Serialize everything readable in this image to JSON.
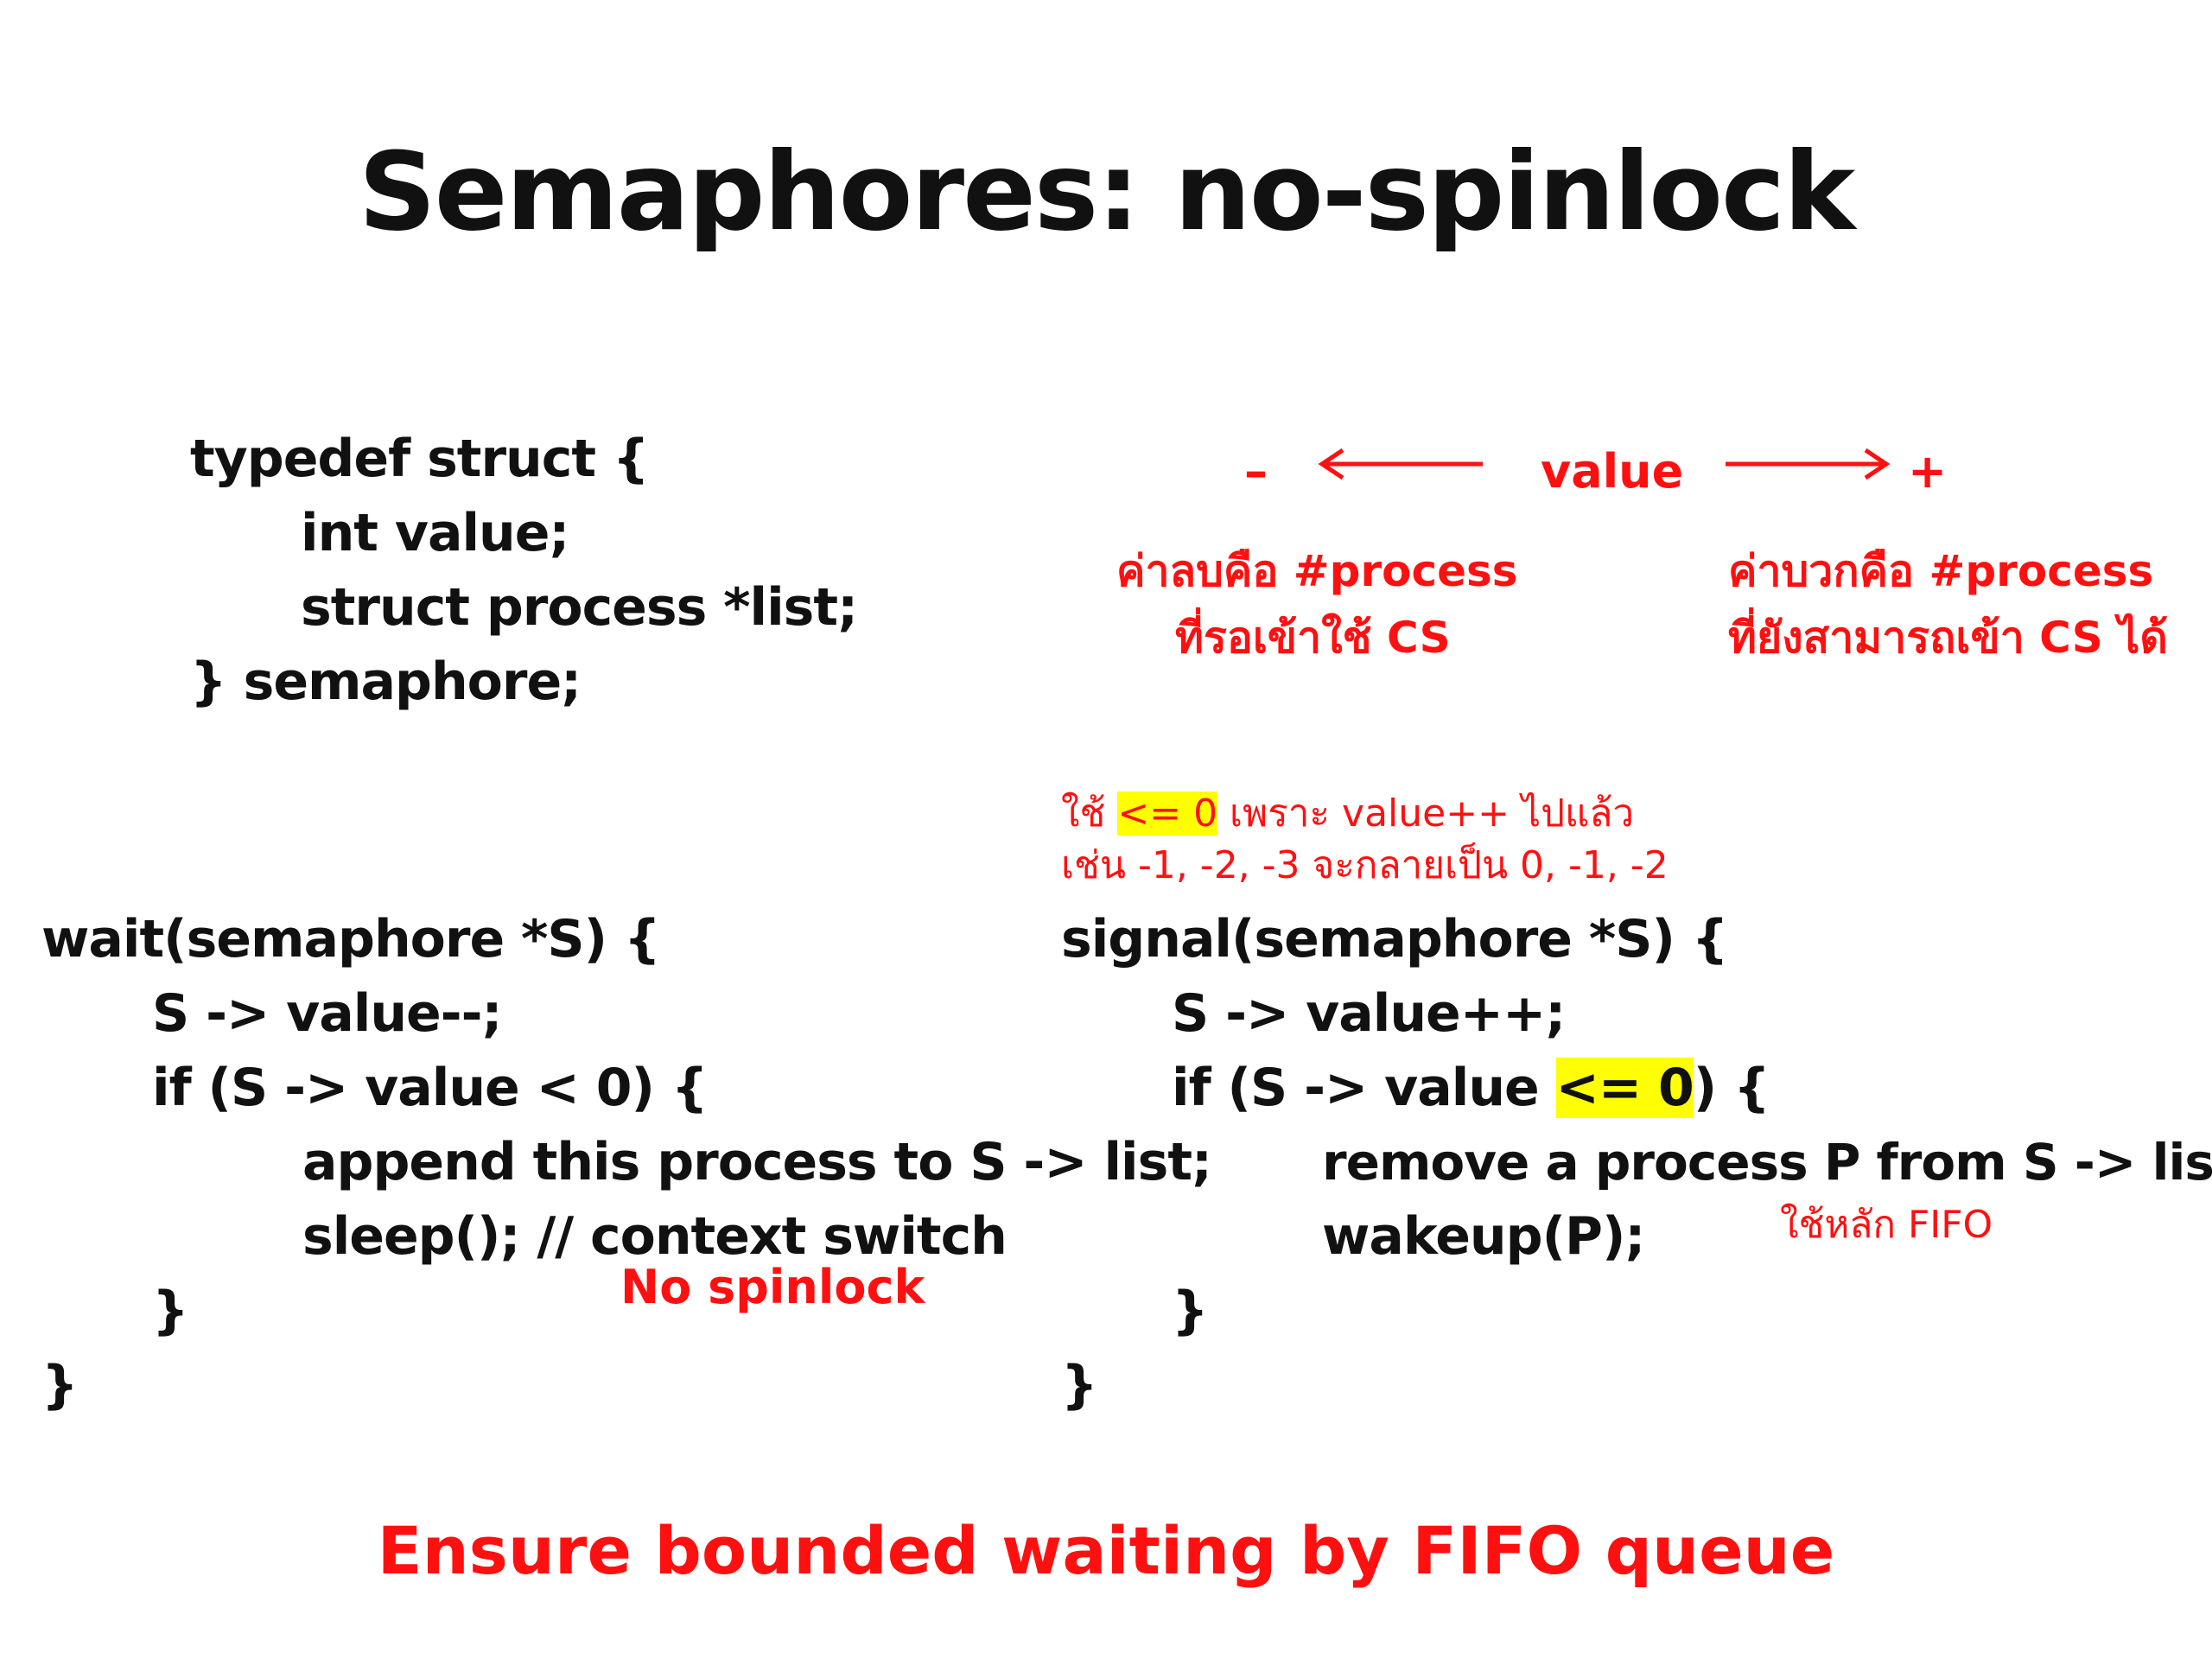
{
  "slide": {
    "title": "Semaphores: no-spinlock",
    "struct": {
      "line1": "typedef struct {",
      "line2": "int value;",
      "line3": "struct process *list;",
      "line4": "} semaphore;"
    },
    "value_axis": {
      "minus": "–",
      "label": "value",
      "plus": "+",
      "negative_note_line1": "ค่าลบคือ #process",
      "negative_note_line2": "ที่รอเข้าใช้ CS",
      "positive_note_line1": "ค่าบวกคือ #process",
      "positive_note_line2": "ที่ยังสามารถเข้า CS ได้"
    },
    "wait": {
      "line1": "wait(semaphore *S) {",
      "line2": "S -> value--;",
      "line3": "if (S -> value < 0) {",
      "line4": "append this process to S -> list;",
      "line5": "sleep(); // context switch",
      "line6": "}",
      "line7": "}",
      "annotation": "No spinlock"
    },
    "signal": {
      "note_line1_pre": "ใช้ ",
      "note_line1_hl": "<= 0",
      "note_line1_post": " เพราะ value++ ไปแล้ว",
      "note_line2": "เช่น -1, -2, -3 จะกลายเป็น 0, -1, -2",
      "line1": "signal(semaphore *S) {",
      "line2": "S -> value++;",
      "line3_pre": "if (S -> value ",
      "line3_hl": "<= 0",
      "line3_post": ") {",
      "line4": "remove a process P from S -> list;",
      "line5": "wakeup(P);",
      "line6": "}",
      "line7": "}",
      "annotation": "ใช้หลัก FIFO"
    },
    "footer": "Ensure bounded waiting by FIFO queue",
    "colors": {
      "text": "#111111",
      "accent_red": "#ff1010",
      "highlight": "#ffff00"
    }
  }
}
